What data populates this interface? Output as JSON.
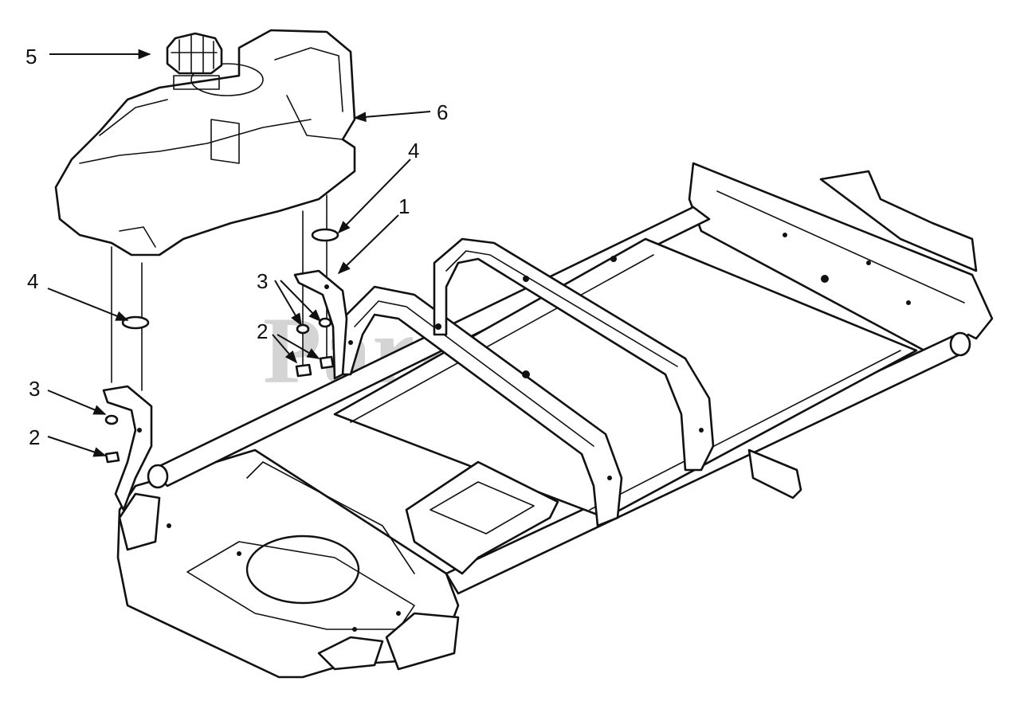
{
  "watermark": "PartsTree",
  "callouts": [
    {
      "id": "callout-5",
      "label": "5"
    },
    {
      "id": "callout-6",
      "label": "6"
    },
    {
      "id": "callout-4a",
      "label": "4"
    },
    {
      "id": "callout-1",
      "label": "1"
    },
    {
      "id": "callout-4b",
      "label": "4"
    },
    {
      "id": "callout-3a",
      "label": "3"
    },
    {
      "id": "callout-2a",
      "label": "2"
    },
    {
      "id": "callout-3b",
      "label": "3"
    },
    {
      "id": "callout-2b",
      "label": "2"
    }
  ]
}
